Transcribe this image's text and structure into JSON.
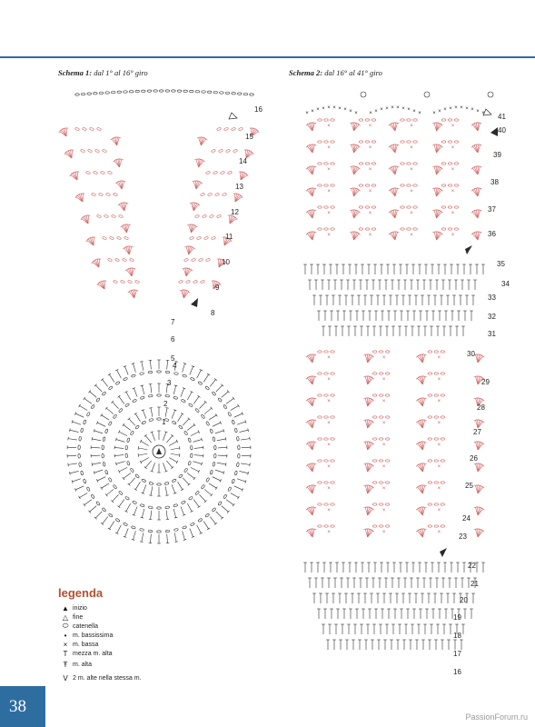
{
  "schema1": {
    "label": "Schema 1:",
    "range": "dal 1° al 16° giro"
  },
  "schema2": {
    "label": "Schema 2:",
    "range": "dal 16° al 41° giro"
  },
  "rows1": [
    "1",
    "2",
    "3",
    "4",
    "5",
    "6",
    "7",
    "8",
    "9",
    "10",
    "11",
    "12",
    "13",
    "14",
    "15",
    "16"
  ],
  "rows2": [
    "16",
    "17",
    "18",
    "19",
    "20",
    "21",
    "22",
    "23",
    "24",
    "25",
    "26",
    "27",
    "28",
    "29",
    "30",
    "31",
    "32",
    "33",
    "34",
    "35",
    "36",
    "37",
    "38",
    "39",
    "40",
    "41"
  ],
  "legend": {
    "title": "legenda",
    "items": [
      {
        "icon": "start-triangle-icon",
        "sym": "▲",
        "label": "inizio"
      },
      {
        "icon": "end-triangle-icon",
        "sym": "△",
        "label": "fine"
      },
      {
        "icon": "chain-icon",
        "sym": "⬭",
        "label": "catenella"
      },
      {
        "icon": "slip-stitch-icon",
        "sym": "•",
        "label": "m. bassissima"
      },
      {
        "icon": "single-crochet-icon",
        "sym": "×",
        "label": "m. bassa"
      },
      {
        "icon": "half-double-icon",
        "sym": "T",
        "label": "mezza m. alta"
      },
      {
        "icon": "double-crochet-icon",
        "sym": "Ŧ",
        "label": "m. alta"
      },
      {
        "icon": "two-doubles-same-stitch-icon",
        "sym": "V",
        "label": "2 m. alte nella stessa m."
      }
    ]
  },
  "page_number": "38",
  "watermark": "PassionForum.ru",
  "colors": {
    "accent": "#2e6da0",
    "legend_title": "#b05030",
    "red_stitches": "#d06060",
    "black_stitches": "#2a2a2a"
  }
}
